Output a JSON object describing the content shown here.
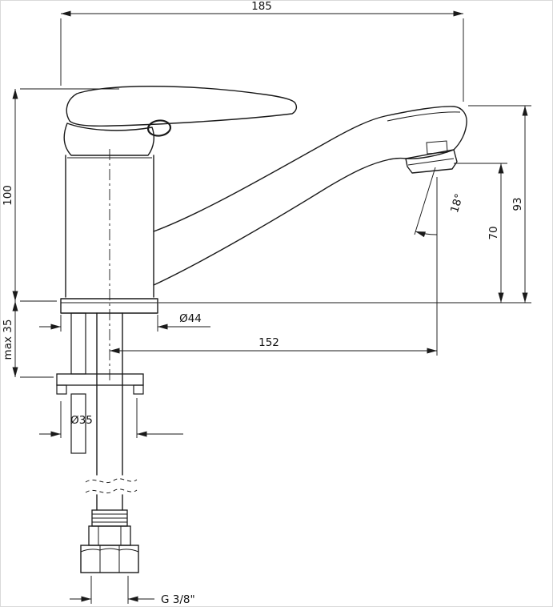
{
  "drawing": {
    "type": "technical-drawing",
    "subject": "single-lever sink mixer tap, side view with installation dimensions",
    "colors": {
      "line": "#1a1a1a",
      "background": "#ffffff"
    },
    "dimensions": {
      "total_width": "185",
      "body_height": "100",
      "max_mounting_thickness": "max 35",
      "spout_outlet_height": "93",
      "aerator_height": "70",
      "aerator_angle": "18°",
      "base_diameter": "Ø44",
      "spout_reach": "152",
      "hole_diameter": "Ø35",
      "connection_thread": "G 3/8\""
    }
  }
}
